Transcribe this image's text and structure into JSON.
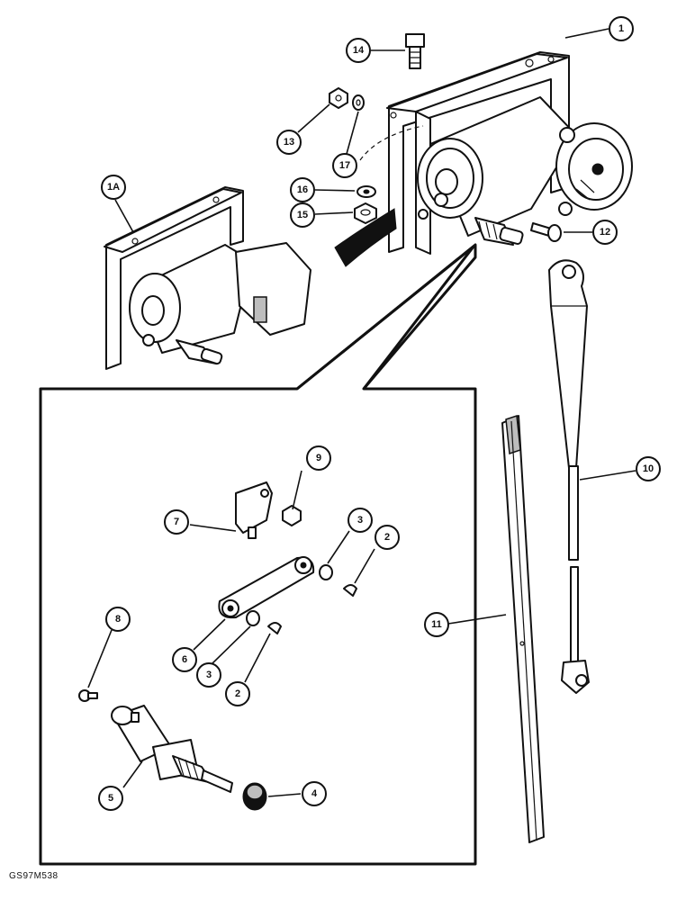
{
  "diagram": {
    "caption": "GS97M538",
    "callouts": [
      {
        "id": "c1",
        "label": "1"
      },
      {
        "id": "c1a",
        "label": "1A"
      },
      {
        "id": "c2a",
        "label": "2"
      },
      {
        "id": "c2b",
        "label": "2"
      },
      {
        "id": "c3a",
        "label": "3"
      },
      {
        "id": "c3b",
        "label": "3"
      },
      {
        "id": "c4",
        "label": "4"
      },
      {
        "id": "c5",
        "label": "5"
      },
      {
        "id": "c6",
        "label": "6"
      },
      {
        "id": "c7",
        "label": "7"
      },
      {
        "id": "c8",
        "label": "8"
      },
      {
        "id": "c9",
        "label": "9"
      },
      {
        "id": "c10",
        "label": "10"
      },
      {
        "id": "c11",
        "label": "11"
      },
      {
        "id": "c12",
        "label": "12"
      },
      {
        "id": "c13",
        "label": "13"
      },
      {
        "id": "c14",
        "label": "14"
      },
      {
        "id": "c15",
        "label": "15"
      },
      {
        "id": "c16",
        "label": "16"
      },
      {
        "id": "c17",
        "label": "17"
      }
    ]
  }
}
